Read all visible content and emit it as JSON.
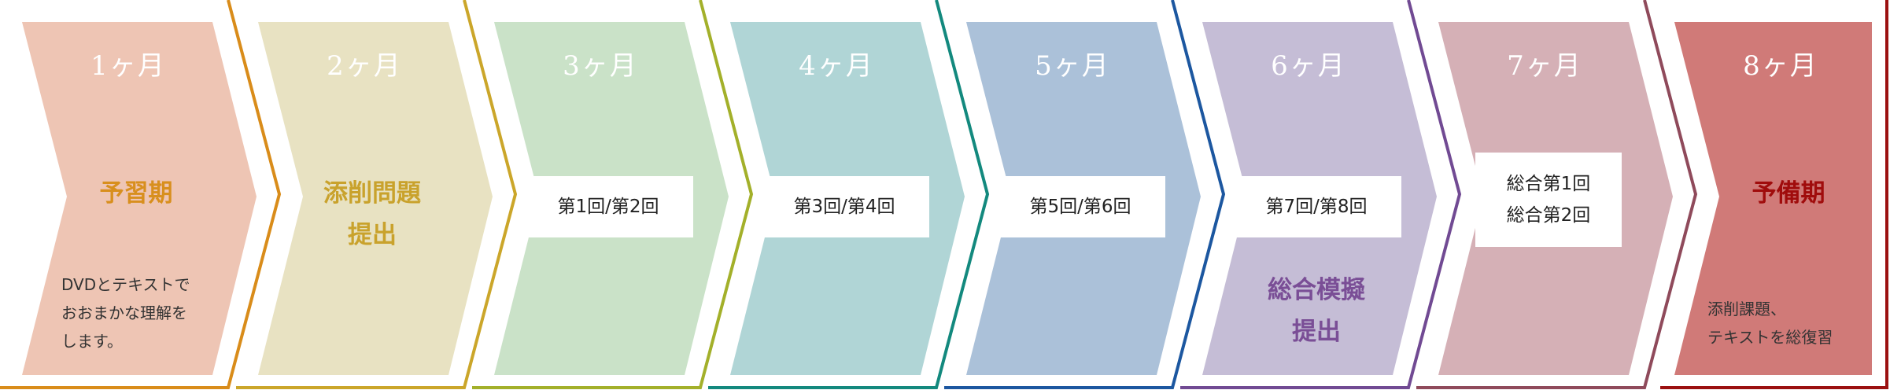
{
  "panels": [
    {
      "month": "1ヶ月",
      "fill": "#EEC5B4",
      "line": "#D98C1A",
      "title_color": "#D88F1E",
      "title": [
        "予習期"
      ],
      "box": [],
      "desc": [
        "DVDとテキストで",
        "おおまかな理解を",
        "します。"
      ]
    },
    {
      "month": "2ヶ月",
      "fill": "#E8E2C2",
      "line": "#CBA62A",
      "title_color": "#C9A22C",
      "title": [
        "添削問題",
        "提出"
      ],
      "box": [],
      "desc": []
    },
    {
      "month": "3ヶ月",
      "fill": "#CAE2C8",
      "line": "#A3B02A",
      "title_color": "#A3B02A",
      "title": [],
      "box": [
        "第1回/第2回"
      ],
      "desc": []
    },
    {
      "month": "4ヶ月",
      "fill": "#B0D5D6",
      "line": "#13897E",
      "title_color": "#13897E",
      "title": [],
      "box": [
        "第3回/第4回"
      ],
      "desc": []
    },
    {
      "month": "5ヶ月",
      "fill": "#ABC1D9",
      "line": "#1C57A0",
      "title_color": "#1C57A0",
      "title": [],
      "box": [
        "第5回/第6回"
      ],
      "desc": []
    },
    {
      "month": "6ヶ月",
      "fill": "#C5BDD6",
      "line": "#714A93",
      "title_color": "#7A4E96",
      "title": [
        "総合模擬",
        "提出"
      ],
      "box": [
        "第7回/第8回"
      ],
      "desc": []
    },
    {
      "month": "7ヶ月",
      "fill": "#D5B0B6",
      "line": "#8F4A5B",
      "title_color": "#8F4A5B",
      "title": [],
      "box": [
        "総合第1回",
        "総合第2回"
      ],
      "desc": []
    },
    {
      "month": "8ヶ月",
      "fill": "#D07A78",
      "line": "#9B1010",
      "title_color": "#A00C0C",
      "title": [
        "予備期"
      ],
      "box": [],
      "desc": [
        "添削課題、",
        "テキストを総復習"
      ]
    }
  ]
}
